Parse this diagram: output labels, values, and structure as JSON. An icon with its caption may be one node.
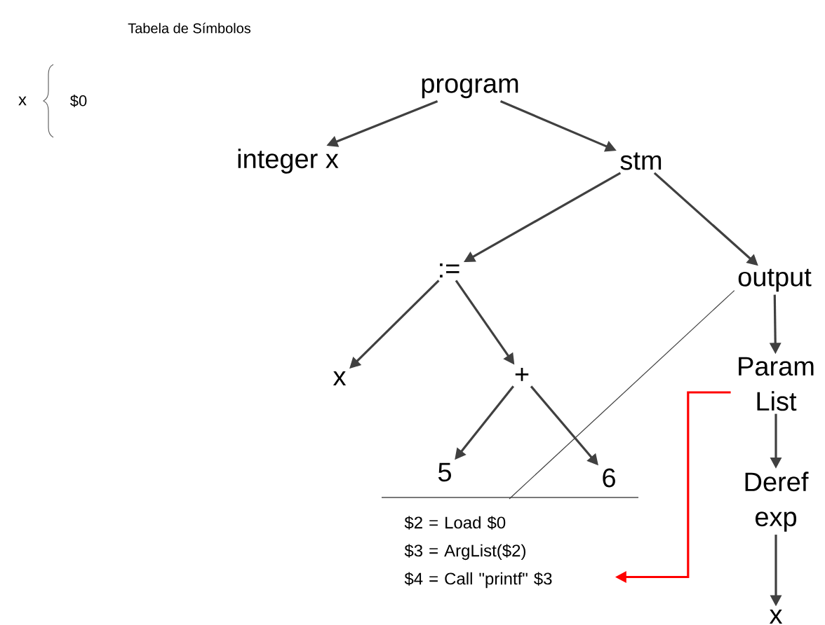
{
  "diagram": {
    "nodes": [
      {
        "text": [
          "program"
        ]
      },
      {
        "text": [
          "integer x"
        ]
      },
      {
        "text": [
          "stm"
        ]
      },
      {
        "text": [
          ":="
        ]
      },
      {
        "text": [
          "output"
        ]
      },
      {
        "text": [
          "x"
        ]
      },
      {
        "text": [
          "+"
        ]
      },
      {
        "text": [
          "5"
        ]
      },
      {
        "text": [
          "6"
        ]
      },
      {
        "text": [
          "Param List"
        ]
      },
      {
        "text": [
          "Deref exp"
        ]
      },
      {
        "text": [
          "x"
        ]
      },
      {
        "text": [
          "$2 = Load $0",
          "$3 = ArgList($2)",
          "$4 = Call \"printf\" $3"
        ]
      }
    ],
    "edges": [
      {
        "from": 0,
        "to": 1,
        "arrow": "to"
      },
      {
        "from": 0,
        "to": 2,
        "arrow": "to"
      },
      {
        "from": 2,
        "to": 3,
        "arrow": "to"
      },
      {
        "from": 2,
        "to": 4,
        "arrow": "to"
      },
      {
        "from": 3,
        "to": 5,
        "arrow": "to"
      },
      {
        "from": 3,
        "to": 6,
        "arrow": "to"
      },
      {
        "from": 6,
        "to": 7,
        "arrow": "to"
      },
      {
        "from": 6,
        "to": 8,
        "arrow": "to"
      },
      {
        "from": 4,
        "to": 9,
        "arrow": "to"
      },
      {
        "from": 9,
        "to": 10,
        "arrow": "to"
      },
      {
        "from": 10,
        "to": 11,
        "arrow": "to"
      },
      {
        "from": 4,
        "to": 12,
        "arrow": "none"
      },
      {
        "from": 9,
        "to": 12,
        "arrow": "to",
        "color": "#ff0000"
      }
    ],
    "labels": [
      "Tabela de Símbolos",
      "x",
      "$0"
    ]
  }
}
